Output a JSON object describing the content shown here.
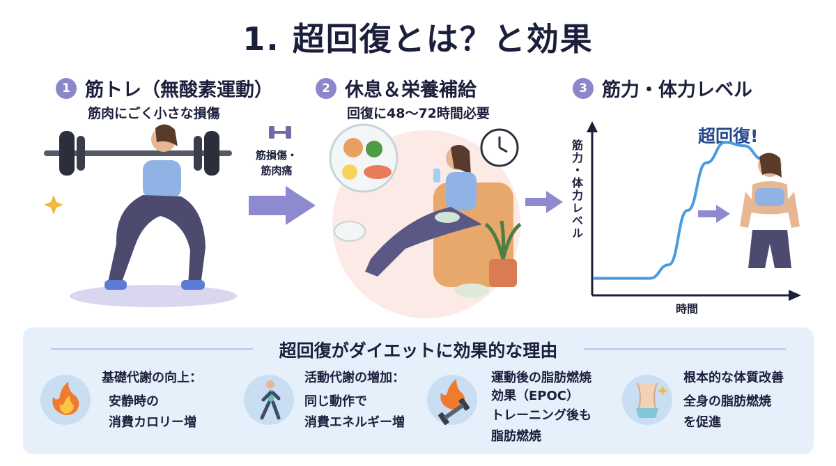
{
  "title": "1. 超回復とは？と効果",
  "steps": [
    {
      "num": "1",
      "title": "筋トレ（無酸素運動）",
      "subtitle": "筋肉にごく小さな損傷"
    },
    {
      "num": "2",
      "title": "休息＆栄養補給",
      "subtitle": "回復に48～72時間必要"
    },
    {
      "num": "3",
      "title": "筋力・体力レベル",
      "subtitle": ""
    }
  ],
  "arrow_label": [
    "筋損傷・",
    "筋肉痛"
  ],
  "chart": {
    "y_label": "筋力・体力レベル",
    "x_label": "時間",
    "annotation": "超回復!"
  },
  "chart_data": {
    "type": "line",
    "xlabel": "時間",
    "ylabel": "筋力・体力レベル",
    "series": [
      {
        "values": [
          0.1,
          0.1,
          0.1,
          0.1,
          0.18,
          0.5,
          0.78,
          0.9,
          0.88,
          0.8
        ]
      }
    ],
    "ylim": [
      0,
      1
    ],
    "grid": false
  },
  "panel": {
    "heading": "超回復がダイエットに効果的な理由",
    "reasons": [
      {
        "title": "基礎代謝の向上：",
        "body": [
          "安静時の",
          "消費カロリー増"
        ],
        "icon": "flexed-arm-fire-icon"
      },
      {
        "title": "活動代謝の増加：",
        "body": [
          "同じ動作で",
          "消費エネルギー増"
        ],
        "icon": "walking-person-icon"
      },
      {
        "title": "運動後の脂肪燃焼",
        "title2": "効果（EPOC）",
        "body": [
          "トレーニング後も",
          "脂肪燃焼"
        ],
        "icon": "dumbbell-fire-icon"
      },
      {
        "title": "根本的な体質改善",
        "body": [
          "全身の脂肪燃焼",
          "を促進"
        ],
        "icon": "waist-icon"
      }
    ]
  },
  "colors": {
    "accent": "#8b87c9",
    "arrow": "#8d8ad0",
    "line": "#4a9be0",
    "panel_bg": "#e6f0fa"
  }
}
